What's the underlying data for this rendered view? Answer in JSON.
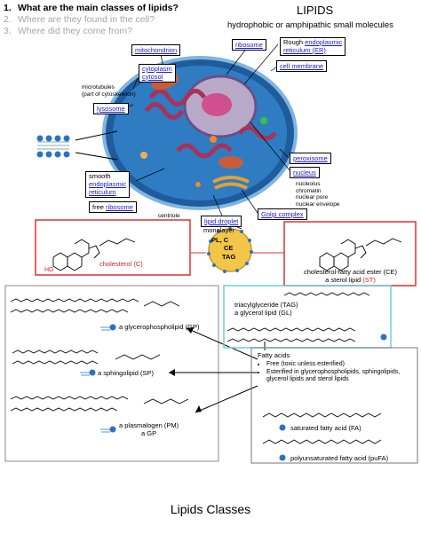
{
  "questions": [
    {
      "num": "1.",
      "text": "What are the main classes of lipids?",
      "active": true
    },
    {
      "num": "2.",
      "text": "Where are they found in the cell?",
      "active": false
    },
    {
      "num": "3.",
      "text": "Where did they come from?",
      "active": false
    }
  ],
  "title": "LIPIDS",
  "subtitle": "hydrophobic or amphipathic small molecules",
  "cell_labels": {
    "mitochondrion": "mitochondrion",
    "ribosome": "ribosome",
    "rough_er_1": "Rough",
    "rough_er_2": "endoplasmic",
    "rough_er_3": "reticulum (ER)",
    "cytoplasm": "cytoplasm",
    "cytosol": "cytosol",
    "cell_membrane": "cell membrane",
    "microtubules": "microtubules",
    "cytoskeleton": "(part of cytoskeleton)",
    "lysosome": "lysosome",
    "peroxisome": "peroxisome",
    "nucleus": "nucleus",
    "nucleolus": "nucleolus",
    "chromatin": "chromatin",
    "nuclear_pore": "nuclear pore",
    "nuclear_envelope": "nuclear envelope",
    "smooth": "smooth",
    "smooth_er_1": "endoplasmic",
    "smooth_er_2": "reticulum",
    "free": "free",
    "free_ribosome": "ribosome",
    "centriole": "centriole",
    "lipid_droplet": "lipid droplet",
    "golgi": "Golgi complex"
  },
  "droplet": {
    "monolayer": "monolayer",
    "core_text": "PL, C",
    "ce": "CE",
    "tag": "TAG"
  },
  "molecules": {
    "cholesterol": "cholesterol (C)",
    "ho": "HO",
    "ce_line1": "cholesterol-fatty acid ester (CE)",
    "ce_line2_prefix": "a sterol lipid",
    "ce_line2_abbr": "(ST)",
    "gp": "a glycerophospholipid (GP)",
    "sp": "a sphingolipid (SP)",
    "pm_line1": "a plasmalogen (PM)",
    "pm_line2": "a GP",
    "tag_line1": "triacylglyceride (TAG)",
    "tag_line2": "a glycerol lipid (GL)",
    "fa": "saturated fatty acid (FA)",
    "pufa": "polyunsaturated fatty acid (puFA)"
  },
  "fatty_acids": {
    "heading": "Fatty acids",
    "bullets": [
      "Free (toxic unless esterified)",
      "Esterified in glycerophospholipids, sphingolipids, glycerol lipids and sterol lipids"
    ]
  },
  "footer": "Lipids Classes",
  "colors": {
    "link": "#1a1ad6",
    "red": "#e03030",
    "cyan": "#6ad0dc",
    "cell_bg": "#2a6fb0",
    "droplet": "#f3c64a"
  }
}
